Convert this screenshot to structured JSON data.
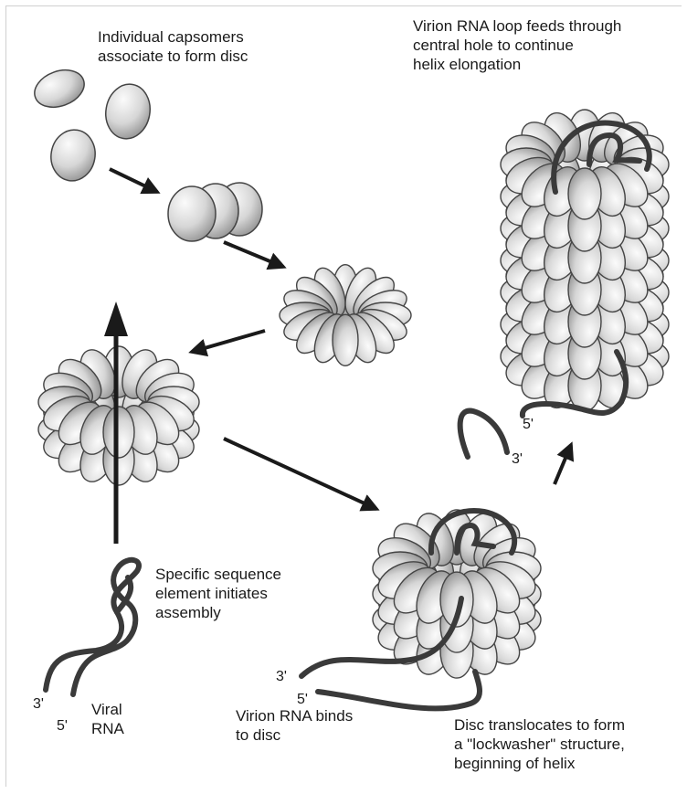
{
  "labels": {
    "capsomers": "Individual capsomers\nassociate to form disc",
    "virion_loop": "Virion RNA loop feeds through\ncentral hole to continue\nhelix elongation",
    "specific_seq": "Specific sequence\nelement initiates\nassembly",
    "viral_rna": "Viral\nRNA",
    "virion_binds": "Virion RNA binds\nto disc",
    "disc_translocates": "Disc translocates to form\na \"lockwasher\" structure,\nbeginning of helix"
  },
  "terminals": {
    "left_3": "3'",
    "left_5": "5'",
    "mid_3": "3'",
    "mid_5": "5'",
    "right_5": "5'",
    "right_3": "3'"
  },
  "colors": {
    "bead_light": "#f4f4f4",
    "bead_dark": "#9a9a9a",
    "rna": "#3a3a3a",
    "arrow": "#1a1a1a"
  }
}
